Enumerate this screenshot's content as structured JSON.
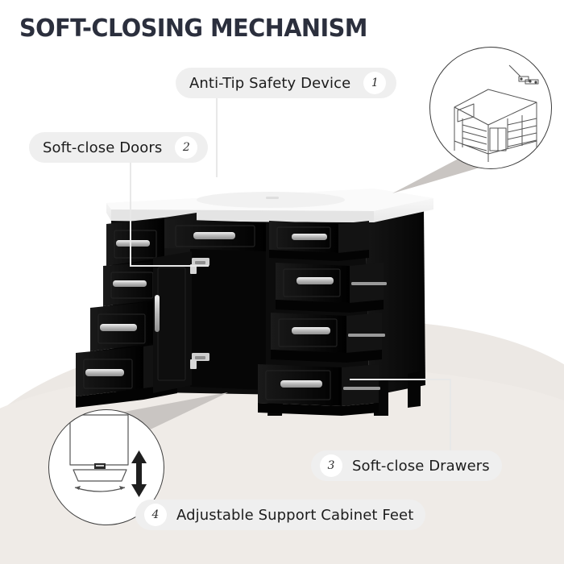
{
  "page": {
    "title": "SOFT-CLOSING MECHANISM",
    "background_color": "#ffffff",
    "floor_color": "#ece8e4",
    "title_color": "#2b2f3d",
    "pill_color": "#efefef",
    "badge_color": "#ffffff",
    "product_color": "#111111",
    "countertop_color": "#f4f4f4"
  },
  "callouts": [
    {
      "number": "1",
      "label": "Anti-Tip Safety Device",
      "badge_position": "trailing"
    },
    {
      "number": "2",
      "label": "Soft-close Doors",
      "badge_position": "trailing"
    },
    {
      "number": "3",
      "label": "Soft-close Drawers",
      "badge_position": "leading"
    },
    {
      "number": "4",
      "label": "Adjustable Support Cabinet Feet",
      "badge_position": "leading"
    }
  ],
  "insets": [
    {
      "name": "anti-tip-diagram",
      "caption": "line drawing of vanity cabinet rear with anti-tip bracket"
    },
    {
      "name": "adjustable-foot-diagram",
      "caption": "adjustable cabinet foot with vertical height arrow"
    }
  ],
  "product": {
    "name": "black bathroom vanity with open drawers and open door",
    "finish": "black",
    "countertop": "white integrated sink top"
  }
}
